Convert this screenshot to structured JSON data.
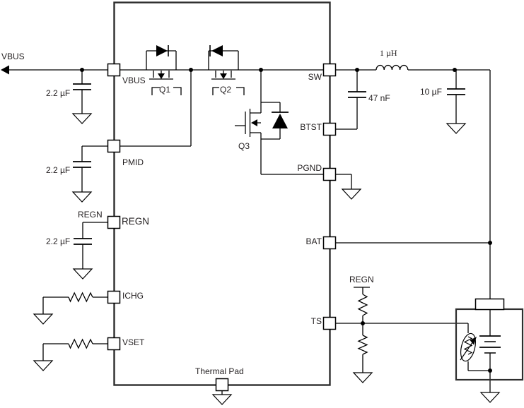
{
  "schematic": {
    "input_net": "VBUS",
    "pins": {
      "vbus": "VBUS",
      "pmid": "PMID",
      "regn": "REGN",
      "ichg": "ICHG",
      "vset": "VSET",
      "sw": "SW",
      "btst": "BTST",
      "pgnd": "PGND",
      "bat": "BAT",
      "ts": "TS",
      "thermal_pad": "Thermal Pad"
    },
    "transistors": {
      "q1": "Q1",
      "q2": "Q2",
      "q3": "Q3"
    },
    "capacitors": {
      "c_vbus": "2.2 µF",
      "c_pmid": "2.2 µF",
      "c_regn": "2.2 µF",
      "c_btst": "47 nF",
      "c_out": "10 µF"
    },
    "inductor": "1 µH",
    "net_labels": {
      "regn_pullup_left": "REGN",
      "regn_ts_pullup": "REGN"
    },
    "colors": {
      "wire": "#000000",
      "ic_border": "#2e2e2e",
      "background": "#ffffff",
      "text": "#231f20"
    }
  }
}
